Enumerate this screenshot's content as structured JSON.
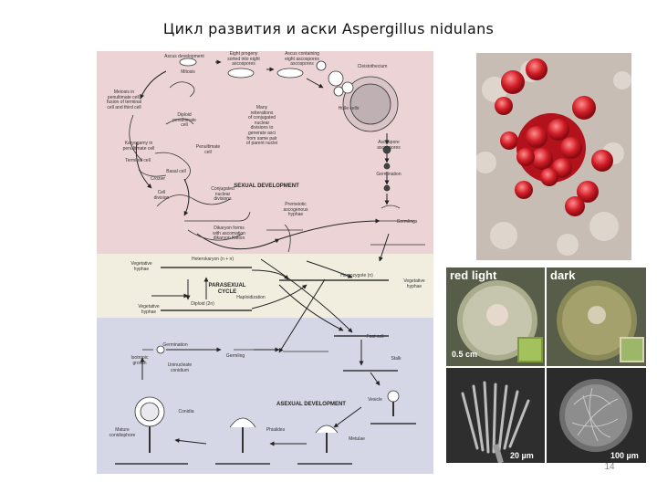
{
  "title": "Цикл развития и аски Aspergillus nidulans",
  "page_number": "14",
  "diagram": {
    "sections": {
      "sexual": "SEXUAL DEVELOPMENT",
      "parasexual": "PARASEXUAL\nCYCLE",
      "asexual": "ASEXUAL DEVELOPMENT"
    },
    "labels": [
      {
        "text": "Ascus development",
        "l": 70,
        "t": 4,
        "w": 52
      },
      {
        "text": "Eight progeny\nsorted into eight\nascospores",
        "l": 136,
        "t": 1,
        "w": 50
      },
      {
        "text": "Ascus containing\neight ascospores\nascospores",
        "l": 196,
        "t": 1,
        "w": 58
      },
      {
        "text": "Mitosis",
        "l": 86,
        "t": 21,
        "w": 28
      },
      {
        "text": "Cleistothecium",
        "l": 274,
        "t": 15,
        "w": 56
      },
      {
        "text": "Meiosis in\npenultimate cell,\nfusion of terminal\ncell and third cell",
        "l": 1,
        "t": 43,
        "w": 58
      },
      {
        "text": "Hülle cells",
        "l": 257,
        "t": 61,
        "w": 38
      },
      {
        "text": "Diploid\npenultimate\ncell",
        "l": 76,
        "t": 68,
        "w": 40
      },
      {
        "text": "Many\nreiterations\nof conjugated\nnuclear\ndivisions to\ngenerate asci\nfrom same pair\nof parent nuclei",
        "l": 150,
        "t": 60,
        "w": 62
      },
      {
        "text": "Karyogamy in\npenultimate cell",
        "l": 20,
        "t": 99,
        "w": 52
      },
      {
        "text": "Penultimate\ncell",
        "l": 102,
        "t": 103,
        "w": 40
      },
      {
        "text": "Ascospore\nascospores",
        "l": 300,
        "t": 98,
        "w": 40
      },
      {
        "text": "Terminal cell",
        "l": 28,
        "t": 118,
        "w": 34
      },
      {
        "text": "Basal cell",
        "l": 70,
        "t": 130,
        "w": 34
      },
      {
        "text": "Crozier",
        "l": 54,
        "t": 138,
        "w": 26
      },
      {
        "text": "Germination",
        "l": 300,
        "t": 133,
        "w": 40
      },
      {
        "text": "Cell\ndivision",
        "l": 58,
        "t": 153,
        "w": 26
      },
      {
        "text": "Conjugated\nnuclear\ndivisions",
        "l": 118,
        "t": 149,
        "w": 40
      },
      {
        "text": "Premeiotic\nascogenous\nhyphae",
        "l": 196,
        "t": 166,
        "w": 44
      },
      {
        "text": "Germlings",
        "l": 322,
        "t": 185,
        "w": 36
      },
      {
        "text": "Dikaryon forms\nwith ascomation\ndikaryon Kation",
        "l": 116,
        "t": 192,
        "w": 58
      },
      {
        "text": "Vegetative\nhyphae",
        "l": 28,
        "t": 231,
        "w": 42
      },
      {
        "text": "Heterokaryon (n + n)",
        "l": 96,
        "t": 226,
        "w": 62
      },
      {
        "text": "Homozygote (n)",
        "l": 262,
        "t": 244,
        "w": 46
      },
      {
        "text": "Vegetative\nhyphae",
        "l": 330,
        "t": 250,
        "w": 36
      },
      {
        "text": "Haploidization",
        "l": 146,
        "t": 268,
        "w": 46
      },
      {
        "text": "Vegetative\nhyphae",
        "l": 36,
        "t": 278,
        "w": 42
      },
      {
        "text": "Diploid (2n)",
        "l": 96,
        "t": 275,
        "w": 40
      },
      {
        "text": "Foot cell",
        "l": 290,
        "t": 311,
        "w": 30
      },
      {
        "text": "Germination",
        "l": 66,
        "t": 320,
        "w": 40
      },
      {
        "text": "Germling",
        "l": 136,
        "t": 332,
        "w": 32
      },
      {
        "text": "Stalk",
        "l": 318,
        "t": 335,
        "w": 20
      },
      {
        "text": "Isotropic\ngrowth",
        "l": 30,
        "t": 334,
        "w": 34
      },
      {
        "text": "Uninucleate\nconidium",
        "l": 72,
        "t": 342,
        "w": 38
      },
      {
        "text": "Vesicle",
        "l": 292,
        "t": 380,
        "w": 26
      },
      {
        "text": "Conidia",
        "l": 84,
        "t": 393,
        "w": 28
      },
      {
        "text": "Phialides",
        "l": 180,
        "t": 413,
        "w": 32
      },
      {
        "text": "Mature\nconidiophore",
        "l": 6,
        "t": 413,
        "w": 44
      },
      {
        "text": "Metulae",
        "l": 270,
        "t": 423,
        "w": 30
      }
    ]
  },
  "photos": {
    "red_light_label": "red light",
    "dark_label": "dark",
    "scale_05cm": "0.5 cm",
    "scale_20um": "20 µm",
    "scale_100um": "100 µm"
  }
}
